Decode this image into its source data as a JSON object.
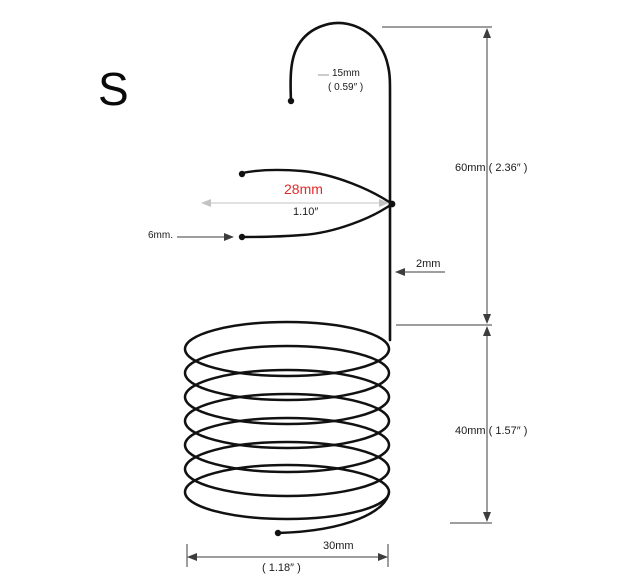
{
  "size_label": "S",
  "colors": {
    "wire": "#111111",
    "dimension_line": "#3d3d3d",
    "light_dimension_line": "#c3c3c3",
    "accent_red": "#e02b2b",
    "background": "#ffffff"
  },
  "dims": {
    "hook_opening_mm": "15mm",
    "hook_opening_in": "( 0.59″ )",
    "hook_height": "60mm ( 2.36″ )",
    "loop_width_mm": "28mm",
    "loop_width_in": "1.10″",
    "wire_end": "6mm.",
    "wire_diameter": "2mm",
    "coil_height": "40mm ( 1.57″ )",
    "coil_diameter_mm": "30mm",
    "coil_diameter_in": "( 1.18″ )"
  }
}
